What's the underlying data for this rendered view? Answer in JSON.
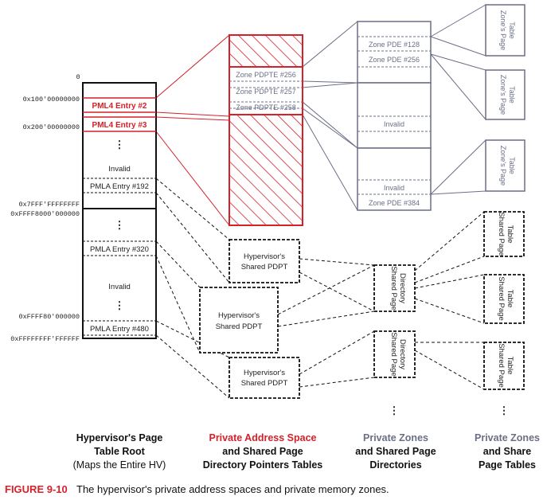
{
  "addresses": {
    "zero": "0",
    "a1": "0x100'00000000",
    "a2": "0x200'00000000",
    "a3": "0x7FFF'FFFFFFFF",
    "a4": "0xFFFF8000'000000",
    "a5": "0xFFFF80'000000",
    "a6": "0xFFFFFFFF'FFFFFF"
  },
  "root_entries": {
    "pml4_2": "PML4 Entry #2",
    "pml4_3": "PML4 Entry #3",
    "invalid1": "Invalid",
    "e192": "PMLA Entry #192",
    "e320": "PMLA Entry #320",
    "invalid2": "Invalid",
    "e480": "PMLA Entry #480"
  },
  "zone_pdptes": [
    "Zone PDPTE #256",
    "Zone PDPTE #257",
    "Zone PDPTE #258"
  ],
  "zone_pdes": {
    "pde128": "Zone PDE #128",
    "pde256": "Zone PDE #256",
    "invalid_a": "Invalid",
    "invalid_b": "Invalid",
    "pde384": "Zone PDE #384"
  },
  "zone_page_table_label": [
    "Zone's Page",
    "Table"
  ],
  "shared_pdpt_label": [
    "Hypervisor's",
    "Shared PDPT"
  ],
  "shared_page_directory_label": [
    "Shared Page",
    "Directory"
  ],
  "shared_page_table_label": [
    "Shared Page",
    "Table"
  ],
  "captions": {
    "col1": [
      "Hypervisor's Page",
      "Table Root",
      "(Maps the Entire HV)"
    ],
    "col2": [
      "Private Address Space",
      "and Shared Page",
      "Directory Pointers Tables"
    ],
    "col3": [
      "Private Zones",
      "and Shared Page",
      "Directories"
    ],
    "col4": [
      "Private Zones",
      "and Share",
      "Page Tables"
    ]
  },
  "figure": {
    "label": "FIGURE 9-10",
    "text": "The hypervisor's private address spaces and private memory zones."
  },
  "colors": {
    "red": "#d6202a",
    "zone_gray": "#6b6f85",
    "black": "#111111"
  }
}
